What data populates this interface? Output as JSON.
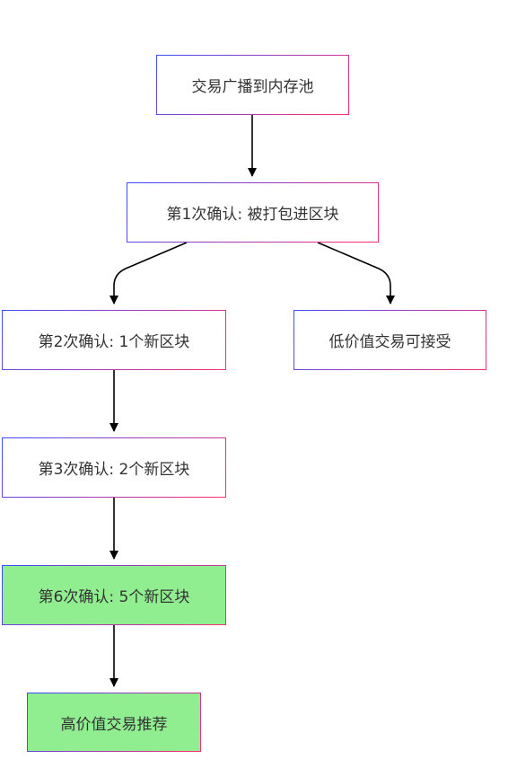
{
  "nodes": {
    "broadcast": "交易广播到内存池",
    "conf1": "第1次确认: 被打包进区块",
    "conf2": "第2次确认: 1个新区块",
    "low_value": "低价值交易可接受",
    "conf3": "第3次确认: 2个新区块",
    "conf6": "第6次确认: 5个新区块",
    "high_value": "高价值交易推荐"
  },
  "colors": {
    "highlight_fill": "#90EE90",
    "border_start": "#3B4CFF",
    "border_end": "#FF2D6F",
    "edge": "#000000"
  }
}
